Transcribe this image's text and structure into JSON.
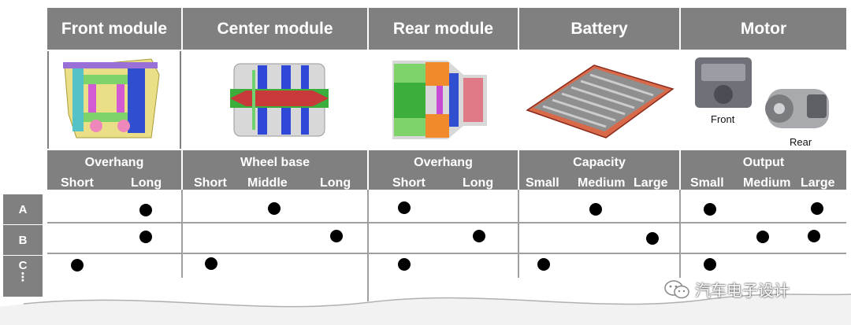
{
  "modules": [
    {
      "title": "Front module",
      "group_label": "Overhang",
      "options": [
        "Short",
        "Long"
      ]
    },
    {
      "title": "Center module",
      "group_label": "Wheel base",
      "options": [
        "Short",
        "Middle",
        "Long"
      ]
    },
    {
      "title": "Rear module",
      "group_label": "Overhang",
      "options": [
        "Short",
        "Long"
      ]
    },
    {
      "title": "Battery",
      "group_label": "Capacity",
      "options": [
        "Small",
        "Medium",
        "Large"
      ]
    },
    {
      "title": "Motor",
      "group_label": "Output",
      "options": [
        "Small",
        "Medium",
        "Large"
      ]
    }
  ],
  "motor_captions": {
    "front": "Front",
    "rear": "Rear"
  },
  "rows": [
    "A",
    "B",
    "C"
  ],
  "row_continuation": "⋮",
  "selections": {
    "A": {
      "Front module": [
        "Long"
      ],
      "Center module": [
        "Middle"
      ],
      "Rear module": [
        "Short"
      ],
      "Battery": [
        "Medium"
      ],
      "Motor": [
        "Small",
        "Large"
      ]
    },
    "B": {
      "Front module": [
        "Long"
      ],
      "Center module": [
        "Long"
      ],
      "Rear module": [
        "Long"
      ],
      "Battery": [
        "Large"
      ],
      "Motor": [
        "Medium",
        "Large"
      ]
    },
    "C": {
      "Front module": [
        "Short"
      ],
      "Center module": [
        "Short"
      ],
      "Rear module": [
        "Short"
      ],
      "Battery": [
        "Small"
      ],
      "Motor": [
        "Small"
      ]
    }
  },
  "watermark": "汽车电子设计",
  "colors": {
    "header_bg": "#808080",
    "header_text": "#ffffff",
    "grid": "#a0a0a0",
    "dot": "#000000"
  }
}
